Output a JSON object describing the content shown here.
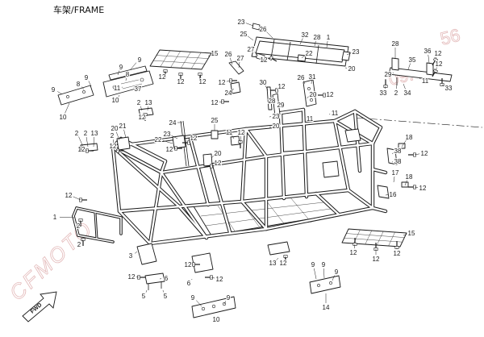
{
  "title": "车架/FRAME",
  "fwd_label": "FWD",
  "watermark": {
    "brand": "CFMOTO",
    "date_left": "09.",
    "date_right": "56"
  },
  "colors": {
    "line": "#1a1a1a",
    "watermark": "#e3b9b9",
    "background": "#ffffff"
  },
  "callouts": [
    "23",
    "26",
    "25",
    "32",
    "28",
    "1",
    "27",
    "12",
    "22",
    "23",
    "20",
    "28",
    "36",
    "12",
    "35",
    "12",
    "29",
    "11",
    "33",
    "2",
    "34",
    "33",
    "15",
    "12",
    "12",
    "12",
    "26",
    "27",
    "12",
    "24",
    "12",
    "30",
    "12",
    "26",
    "31",
    "20",
    "28",
    "29",
    "23",
    "20",
    "11",
    "12",
    "11",
    "9",
    "9",
    "8",
    "9",
    "8",
    "9",
    "11",
    "37",
    "10",
    "10",
    "2",
    "13",
    "12",
    "24",
    "23",
    "22",
    "12",
    "12",
    "25",
    "11",
    "12",
    "20",
    "12",
    "2",
    "2",
    "13",
    "20",
    "21",
    "2",
    "12",
    "12",
    "12",
    "1",
    "2",
    "2",
    "3",
    "12",
    "6",
    "5",
    "5",
    "12",
    "6",
    "12",
    "13",
    "12",
    "9",
    "9",
    "9",
    "14",
    "9",
    "9",
    "10",
    "15",
    "12",
    "12",
    "12",
    "18",
    "38",
    "12",
    "38",
    "17",
    "18",
    "12",
    "16"
  ]
}
